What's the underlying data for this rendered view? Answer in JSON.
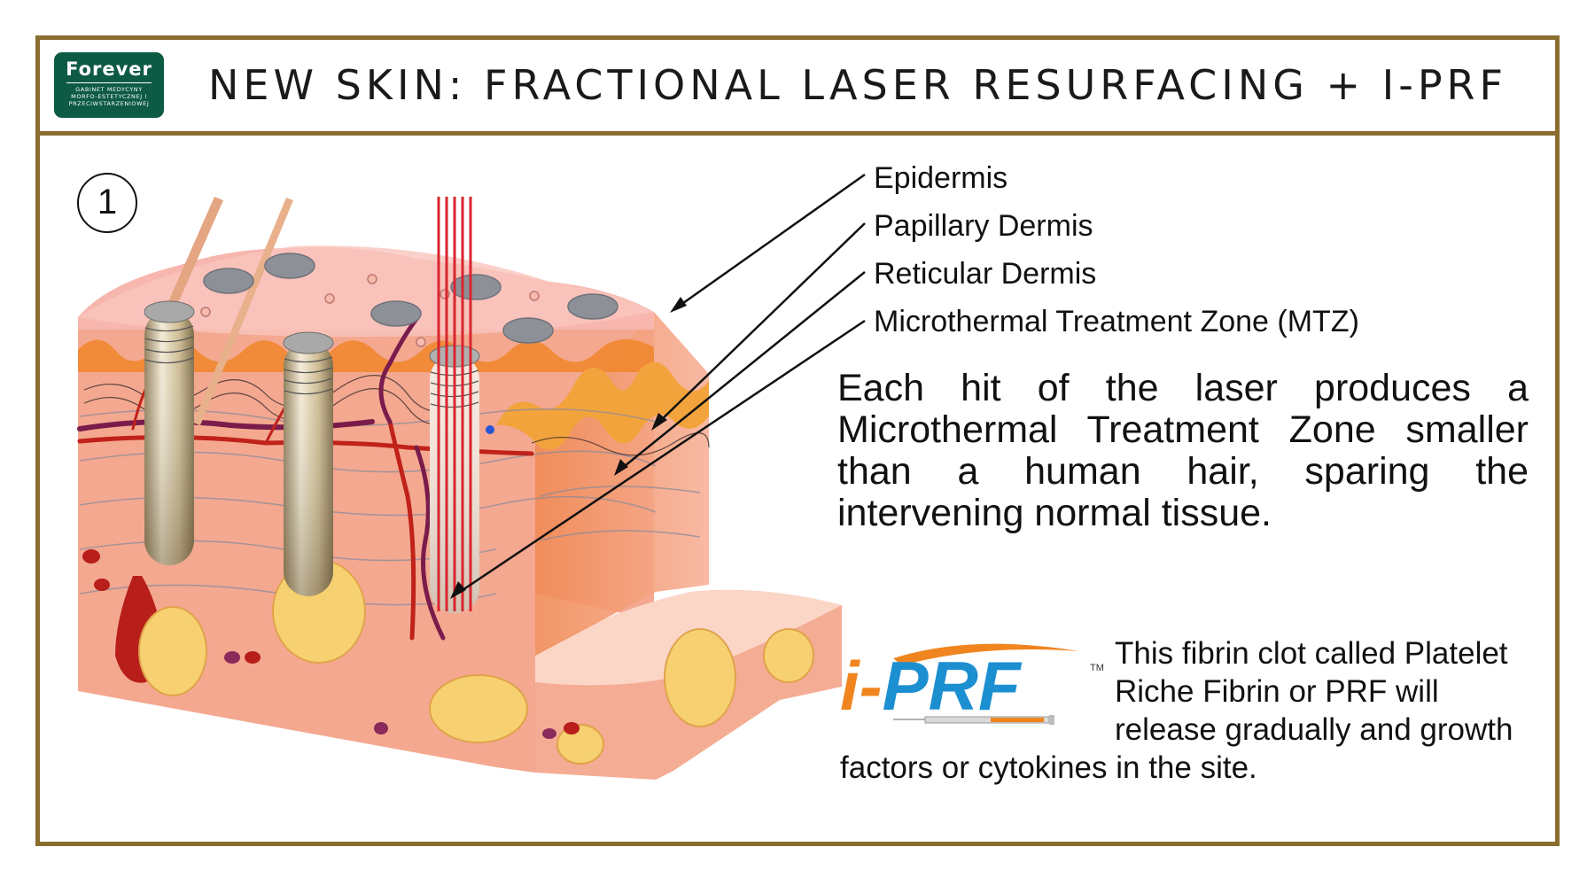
{
  "header": {
    "logo_brand": "Forever",
    "logo_subtitle_1": "GABINET MEDYCYNY",
    "logo_subtitle_2": "MORFO-ESTETYCZNEJ I",
    "logo_subtitle_3": "PRZECIWSTARZENIOWEJ",
    "title": "NEW SKIN: FRACTIONAL LASER RESURFACING + I-PRF"
  },
  "step_number": "1",
  "labels": {
    "epidermis": "Epidermis",
    "papillary": "Papillary Dermis",
    "reticular": "Reticular Dermis",
    "mtz": "Microthermal Treatment Zone (MTZ)"
  },
  "description": "Each hit of the laser produces a Microthermal Treatment Zone smaller than a human hair, sparing the intervening normal tissue.",
  "iprf": {
    "logo_text": "i-PRF",
    "trademark": "TM",
    "text": "This fibrin clot called Platelet Riche Fibrin or PRF will release gradually and growth factors or cytokines in the site."
  },
  "colors": {
    "frame": "#8a6d2f",
    "logo_bg": "#0d5a45",
    "skin": "#f4a890",
    "epidermis_top": "#f7b6ae",
    "papillary": "#f0862a",
    "fat": "#f7d171",
    "laser": "#d8262f",
    "iprf_orange": "#f0851f",
    "iprf_blue": "#1c8fd1"
  }
}
